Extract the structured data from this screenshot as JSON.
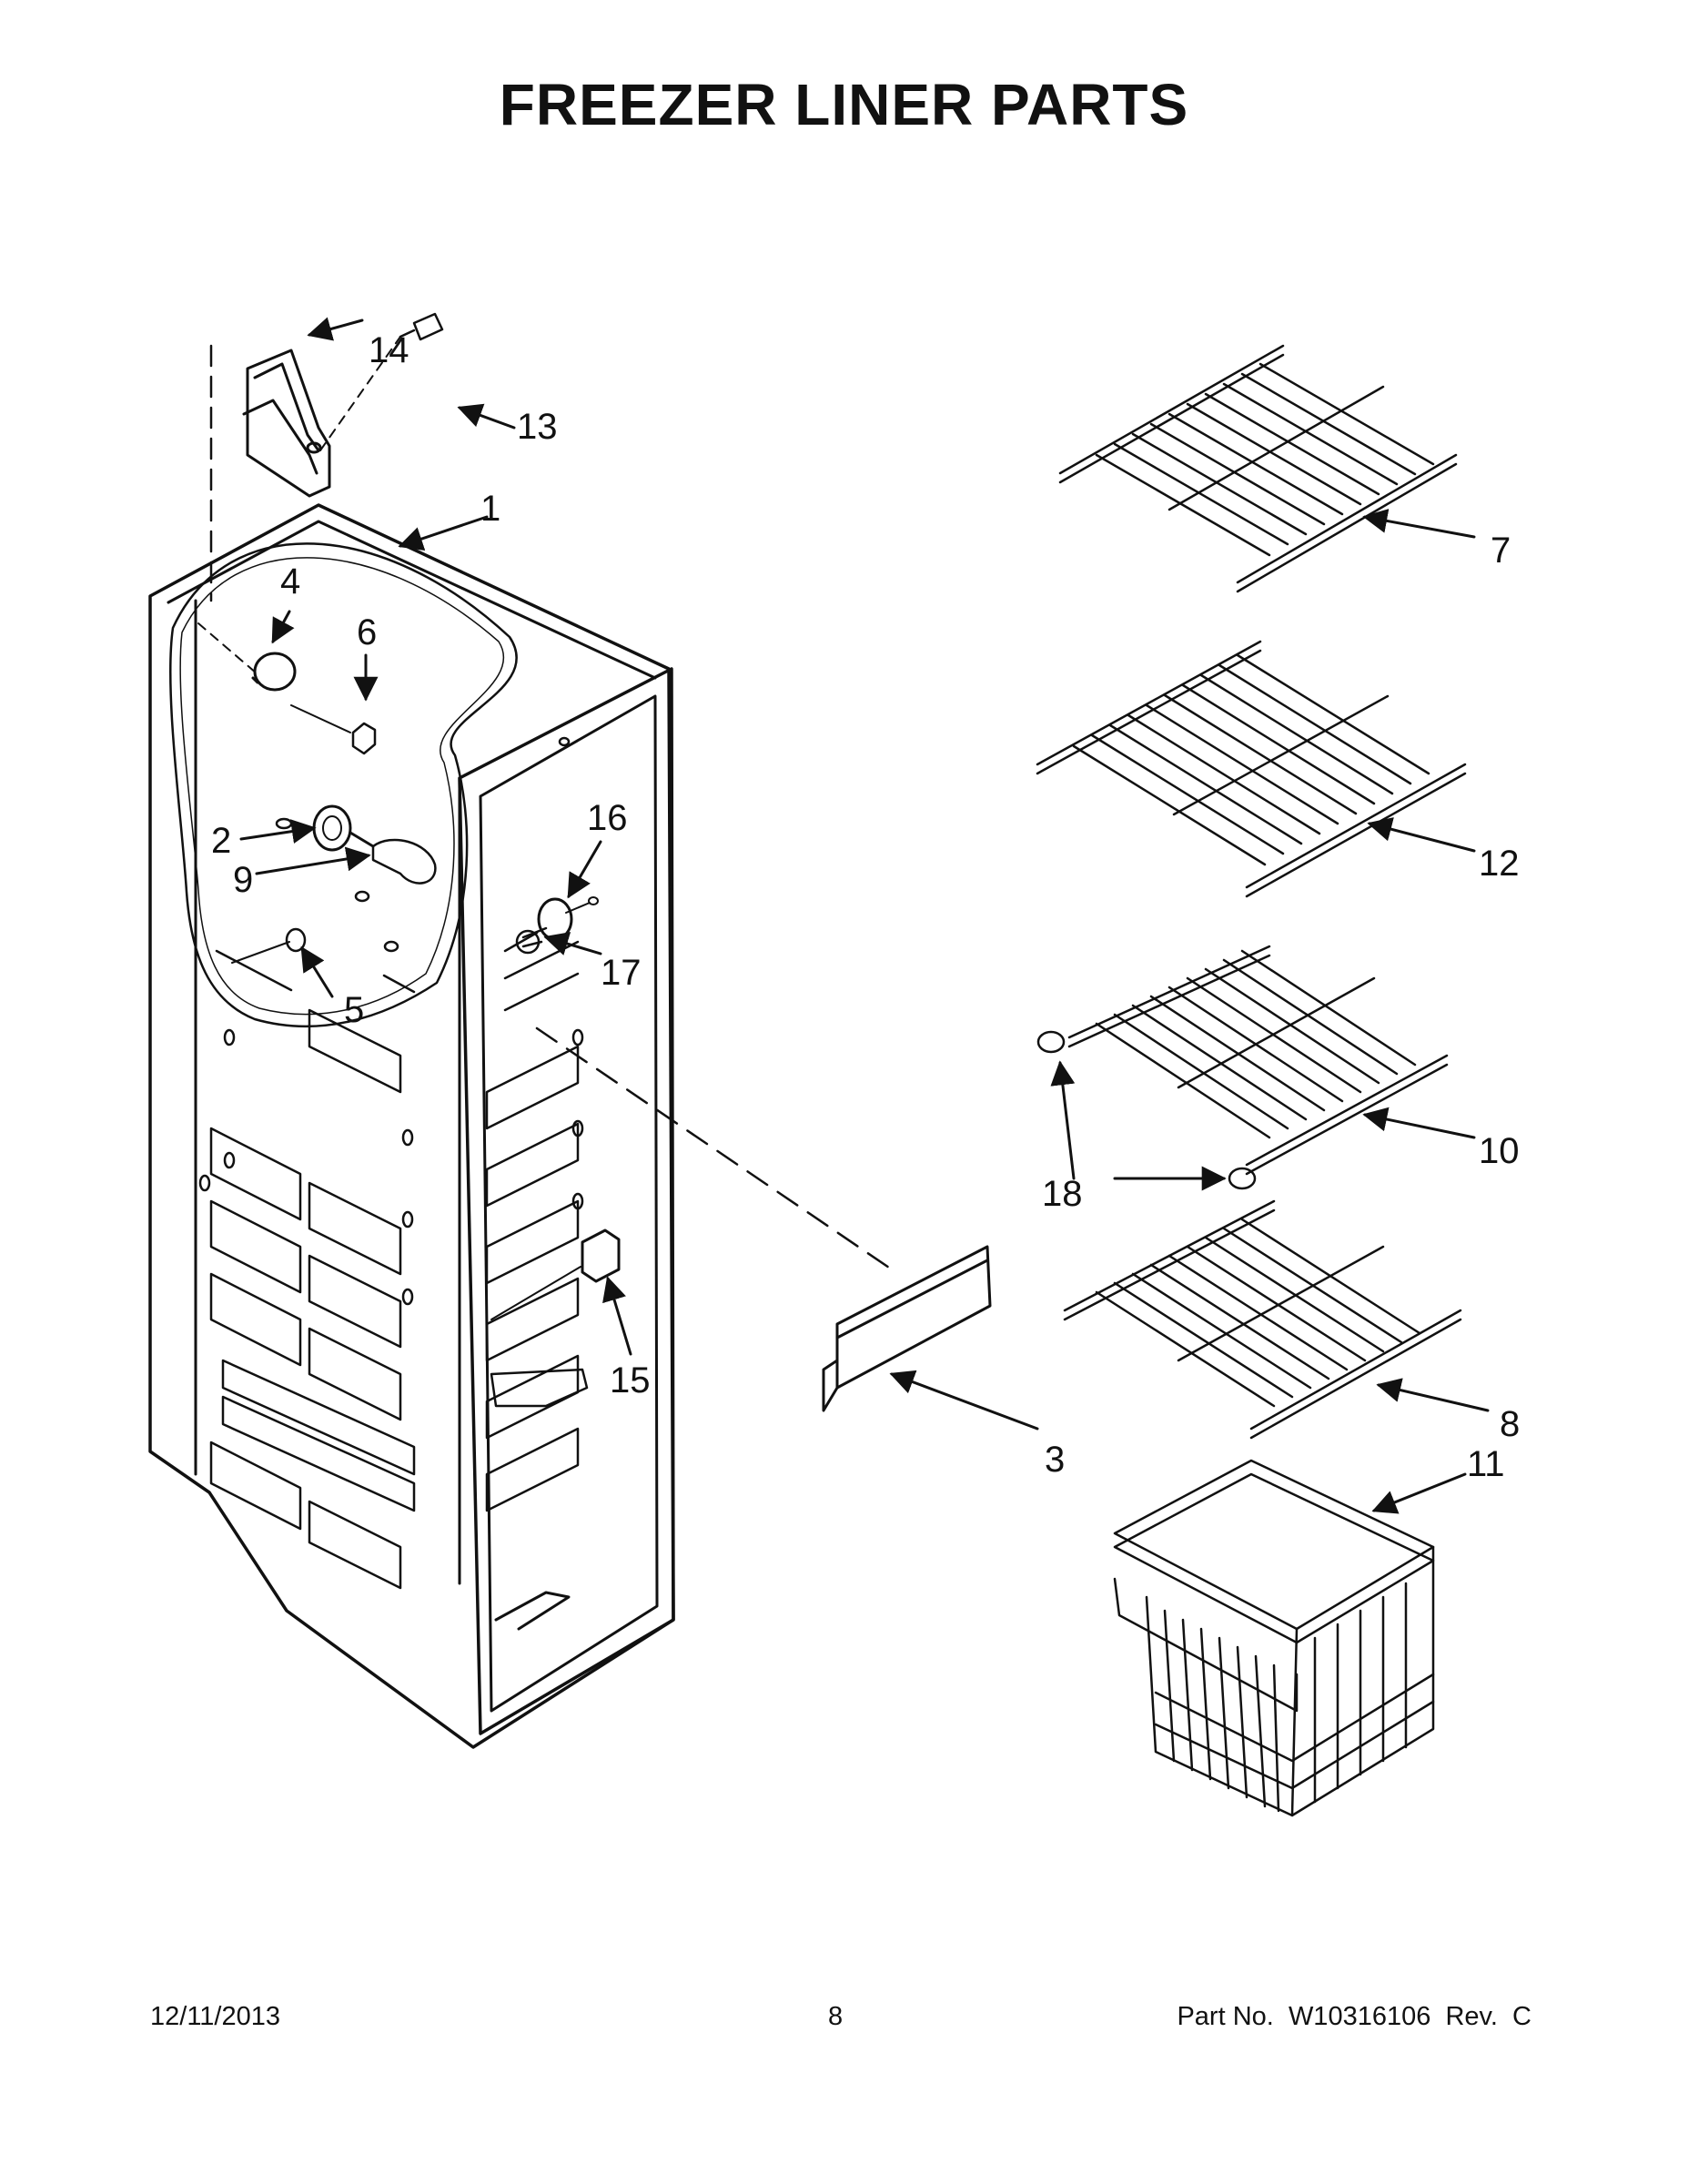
{
  "title": "FREEZER LINER PARTS",
  "footer": {
    "date": "12/11/2013",
    "page": "8",
    "part_number": "Part No.  W10316106  Rev.  C"
  },
  "callouts": [
    "1",
    "2",
    "3",
    "4",
    "5",
    "6",
    "7",
    "8",
    "9",
    "10",
    "11",
    "12",
    "13",
    "14",
    "15",
    "16",
    "17",
    "18"
  ]
}
